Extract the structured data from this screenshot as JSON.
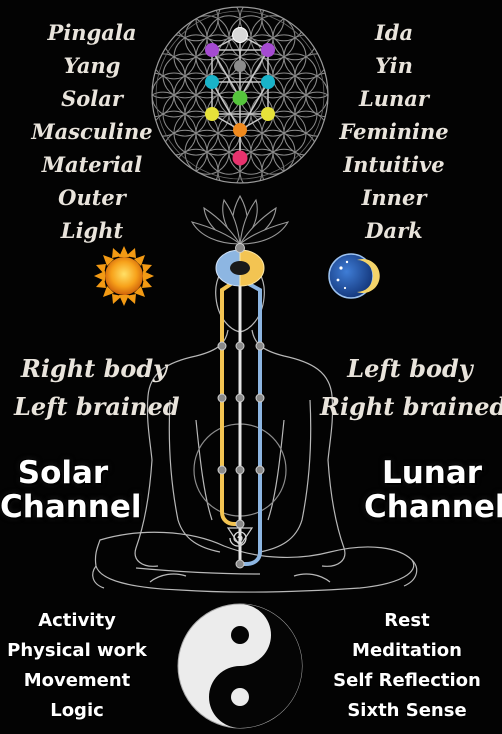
{
  "left_qualities": [
    "Pingala",
    "Yang",
    "Solar",
    "Masculine",
    "Material",
    "Outer",
    "Light"
  ],
  "right_qualities": [
    "Ida",
    "Yin",
    "Lunar",
    "Feminine",
    "Intuitive",
    "Inner",
    "Dark"
  ],
  "left_body": [
    "Right body",
    "Left brained"
  ],
  "right_body": [
    "Left body",
    "Right brained"
  ],
  "solar_channel": [
    "Solar",
    "Channel"
  ],
  "lunar_channel": [
    "Lunar",
    "Channel"
  ],
  "activity_list": [
    "Activity",
    "Physical work",
    "Movement",
    "Logic"
  ],
  "rest_list": [
    "Rest",
    "Meditation",
    "Self Reflection",
    "Sixth Sense"
  ],
  "colors": {
    "background": "#000000",
    "text": "#e9e4dc",
    "solar_channel": "#f3c452",
    "lunar_channel": "#8db6e2",
    "sun": "#f7a11a",
    "moon_disc": "#1f4f9c",
    "chakra_violet": "#a54bd1",
    "chakra_indigo": "#6a4fd8",
    "chakra_blue": "#19b3c9",
    "chakra_green": "#55c43c",
    "chakra_yellow": "#e6e23a",
    "chakra_orange": "#f08a1e",
    "chakra_red": "#e8336e"
  },
  "icons": [
    "flower-of-life-icon",
    "sun-icon",
    "crescent-moon-icon",
    "lotus-icon",
    "yin-yang-icon",
    "spiral-icon"
  ]
}
